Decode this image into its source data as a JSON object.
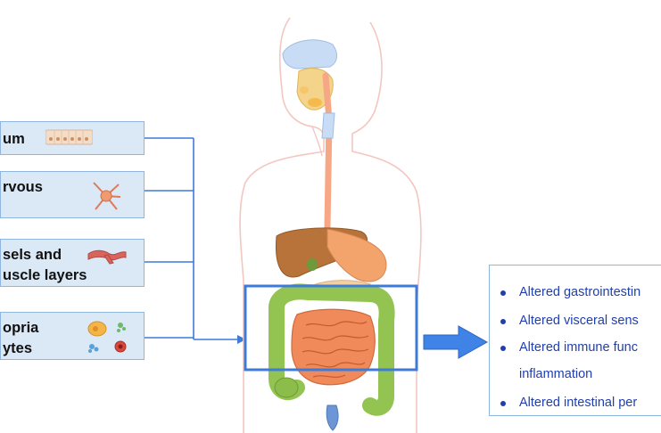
{
  "layers": [
    {
      "label": "um",
      "thumb_icon": "epithelial-cells-icon"
    },
    {
      "label": "rvous",
      "thumb_icon": "neuron-icon"
    },
    {
      "label": "sels and\nuscle layers",
      "thumb_icon": "blood-vessel-icon"
    },
    {
      "label": "opria\nytes",
      "thumb_icon": "immune-cells-icon"
    }
  ],
  "outcomes": [
    {
      "line1": "Altered gastrointestin",
      "line2": ""
    },
    {
      "line1": "Altered visceral sens",
      "line2": ""
    },
    {
      "line1": "Altered immune func",
      "line2": "inflammation"
    },
    {
      "line1": "Altered intestinal per",
      "line2": ""
    }
  ],
  "colors": {
    "box_fill": "#dbe9f7",
    "box_border": "#8fb6df",
    "connector": "#3d7bd9",
    "highlight": "#3d7bd9",
    "outcome_text": "#1f3fae"
  }
}
